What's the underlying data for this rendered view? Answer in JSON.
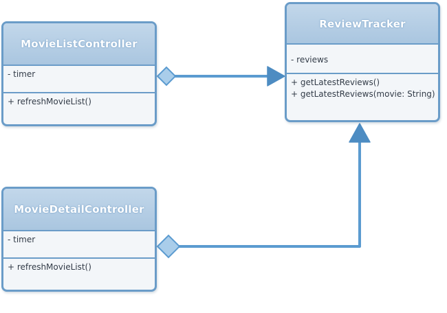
{
  "classes": {
    "movie_list_controller": {
      "name": "MovieListController",
      "attributes": [
        "- timer"
      ],
      "operations": [
        "+ refreshMovieList()"
      ]
    },
    "review_tracker": {
      "name": "ReviewTracker",
      "attributes": [
        "- reviews"
      ],
      "operations": [
        "+ getLatestReviews()",
        "+ getLatestReviews(movie: String)"
      ]
    },
    "movie_detail_controller": {
      "name": "MovieDetailController",
      "attributes": [
        "- timer"
      ],
      "operations": [
        "+ refreshMovieList()"
      ]
    }
  },
  "relations": [
    {
      "from": "MovieListController",
      "to": "ReviewTracker",
      "type": "aggregation"
    },
    {
      "from": "MovieDetailController",
      "to": "ReviewTracker",
      "type": "aggregation"
    }
  ],
  "colors": {
    "border": "#6a9cc8",
    "header_fill": "#b4cde4",
    "body_fill": "#f3f6f9",
    "connector": "#5b9bd0",
    "diamond_fill": "#a9cdea",
    "arrowhead": "#4d8cc2"
  }
}
